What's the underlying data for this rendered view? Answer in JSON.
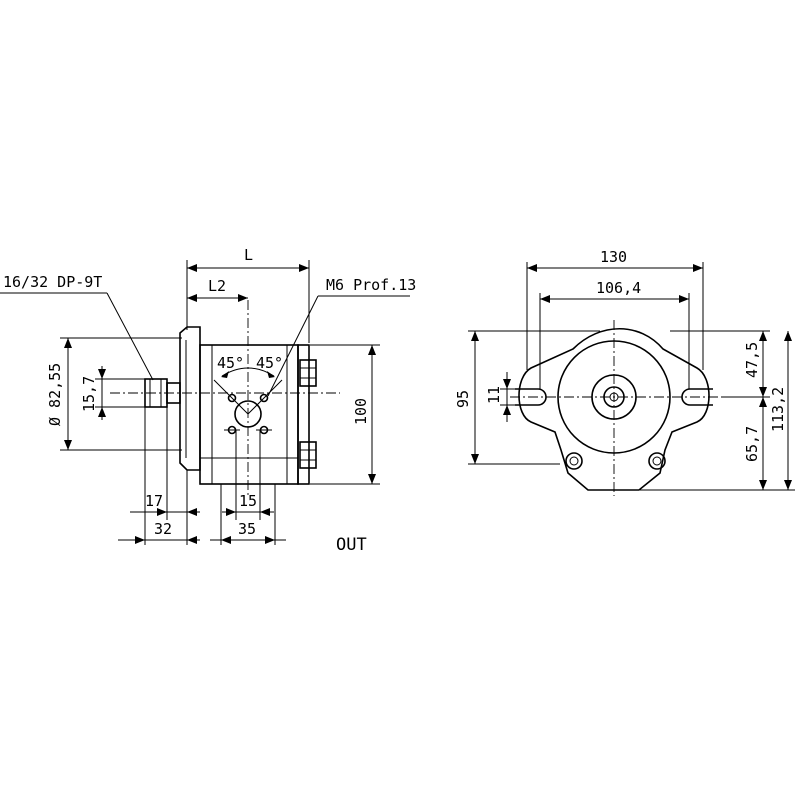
{
  "callouts": {
    "spline": "16/32 DP-9T",
    "thread": "M6 Prof.13",
    "port": "OUT"
  },
  "side_view": {
    "dim_L": "L",
    "dim_L2": "L2",
    "dim_diameter": "Ø 82,55",
    "dim_shaft": "15,7",
    "dim_height": "100",
    "dim_17": "17",
    "dim_32": "32",
    "dim_15": "15",
    "dim_35": "35",
    "angle_left": "45°",
    "angle_right": "45°"
  },
  "front_view": {
    "dim_130": "130",
    "dim_106": "106,4",
    "dim_95": "95",
    "dim_11": "11",
    "dim_47": "47,5",
    "dim_65": "65,7",
    "dim_113": "113,2"
  }
}
